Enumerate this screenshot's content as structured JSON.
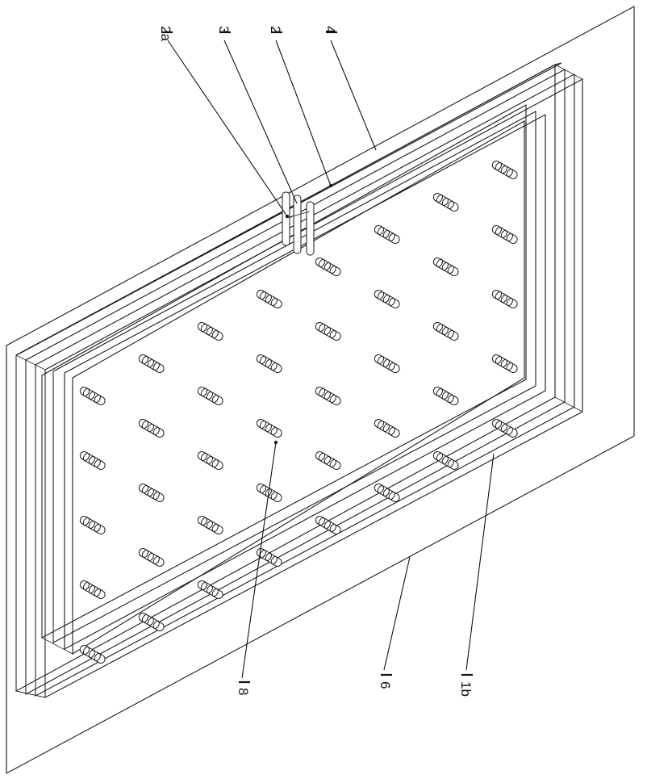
{
  "labels": {
    "l2a": "2a",
    "l3": "3",
    "l2": "2",
    "l4": "4",
    "l8": "8",
    "l6": "6",
    "l1b": "1b"
  }
}
